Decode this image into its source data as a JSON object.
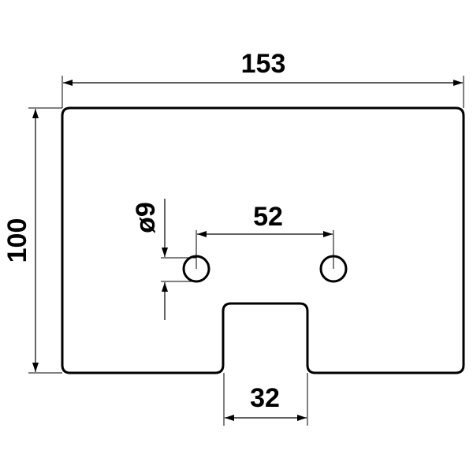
{
  "drawing": {
    "dimensions": {
      "overall_width": "153",
      "overall_height": "100",
      "hole_diameter": "ø9",
      "hole_spacing": "52",
      "notch_width": "32"
    },
    "colors": {
      "line": "#000000",
      "background": "#ffffff"
    }
  }
}
